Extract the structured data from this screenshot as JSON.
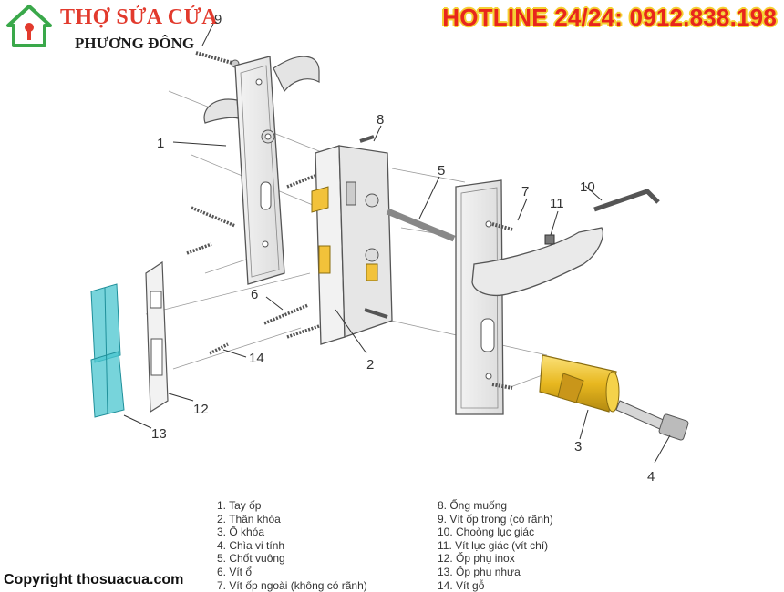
{
  "header": {
    "brand_line1": "THỢ SỬA CỬA",
    "brand_line2": "PHƯƠNG ĐÔNG",
    "hotline": "HOTLINE 24/24: 0912.838.198"
  },
  "colors": {
    "brand_red": "#e23a2d",
    "hotline_red": "#e8261c",
    "hotline_outline": "#f5d033",
    "logo_green": "#3aa84a",
    "cylinder_gold": "#e8b820",
    "plastic_cyan": "#49c6cf"
  },
  "callouts": [
    "1",
    "2",
    "3",
    "4",
    "5",
    "6",
    "7",
    "8",
    "9",
    "10",
    "11",
    "12",
    "13",
    "14"
  ],
  "legend": {
    "col1": [
      "1. Tay ốp",
      "2. Thân khóa",
      "3. Ổ khóa",
      "4. Chìa vi tính",
      "5. Chốt vuông",
      "6. Vít ổ",
      "7. Vít ốp ngoài (không có rãnh)"
    ],
    "col2": [
      "8. Ống muống",
      "9. Vít ốp trong (có rãnh)",
      "10. Choòng lục giác",
      "11. Vít lục giác (vít chí)",
      "12. Ốp phụ inox",
      "13. Ốp phụ nhựa",
      "14. Vít gỗ"
    ]
  },
  "footer": {
    "copyright": "Copyright thosuacua.com"
  }
}
